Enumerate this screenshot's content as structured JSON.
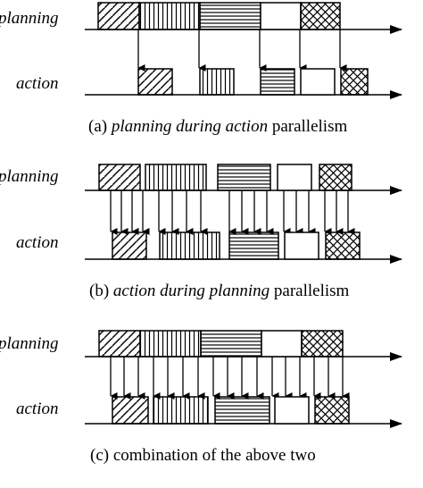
{
  "labels": {
    "planning": "planning",
    "action": "action"
  },
  "captions": {
    "a": {
      "prefix": "(a) ",
      "italic": "planning during action",
      "suffix": " parallelism"
    },
    "b": {
      "prefix": "(b) ",
      "italic": "action during planning",
      "suffix": " parallelism"
    },
    "c": {
      "prefix": "(c) ",
      "italic": "",
      "suffix": "combination of the above two"
    }
  },
  "colors": {
    "ink": "#000000",
    "background": "#ffffff"
  },
  "hatch_patterns": [
    "diagonal",
    "vertical",
    "horizontal",
    "blank",
    "crosshatch"
  ]
}
